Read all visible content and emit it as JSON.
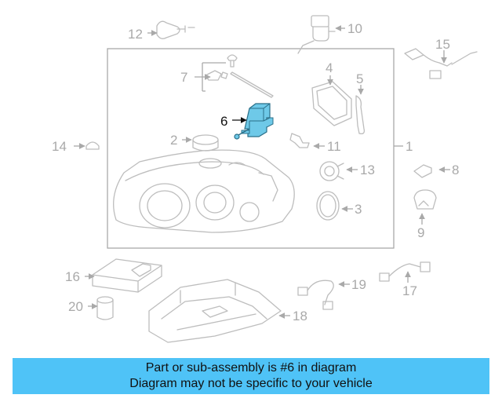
{
  "colors": {
    "banner_bg": "#4fc3f7",
    "highlight_fill": "#6ec9e8",
    "highlight_stroke": "#2a6f88",
    "part_stroke": "#bdbdbd",
    "label_gray": "#a9a9a9",
    "label_black": "#111111"
  },
  "highlighted_part": "6",
  "callouts": [
    "1",
    "2",
    "3",
    "4",
    "5",
    "6",
    "7",
    "8",
    "9",
    "10",
    "11",
    "12",
    "13",
    "14",
    "15",
    "16",
    "17",
    "18",
    "19",
    "20"
  ],
  "banner": {
    "line1": "Part or sub-assembly is #6 in diagram",
    "line2": "Diagram may not be specific to your vehicle"
  }
}
